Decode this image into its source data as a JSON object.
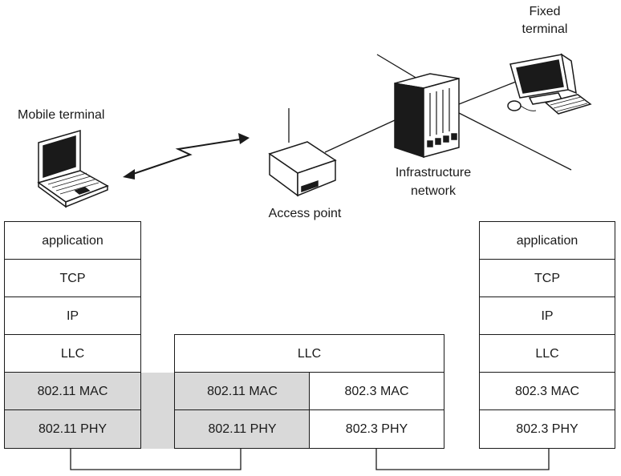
{
  "labels": {
    "mobile_terminal": "Mobile terminal",
    "fixed_terminal_1": "Fixed",
    "fixed_terminal_2": "terminal",
    "access_point": "Access point",
    "infra_1": "Infrastructure",
    "infra_2": "network"
  },
  "stacks": {
    "mobile": [
      "application",
      "TCP",
      "IP",
      "LLC",
      "802.11 MAC",
      "802.11 PHY"
    ],
    "fixed": [
      "application",
      "TCP",
      "IP",
      "LLC",
      "802.3 MAC",
      "802.3 PHY"
    ],
    "ap": {
      "llc": "LLC",
      "left": [
        "802.11 MAC",
        "802.11 PHY"
      ],
      "right": [
        "802.3 MAC",
        "802.3 PHY"
      ]
    }
  },
  "colors": {
    "shaded": "#d9d9d9",
    "line": "#1a1a1a"
  }
}
